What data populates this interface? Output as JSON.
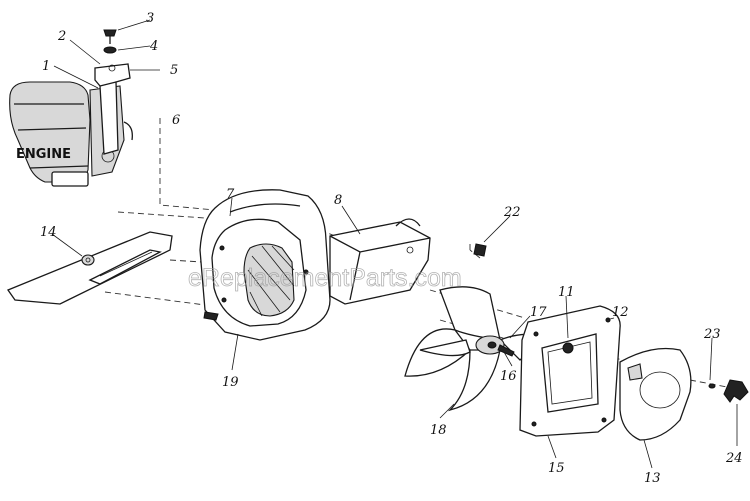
{
  "engine_label": "ENGINE",
  "watermark": "eReplacementParts.com",
  "part_numbers": {
    "p1": "1",
    "p2": "2",
    "p3": "3",
    "p4": "4",
    "p5": "5",
    "p6": "6",
    "p7": "7",
    "p8": "8",
    "p11": "11",
    "p12": "12",
    "p13": "13",
    "p14": "14",
    "p15": "15",
    "p16": "16",
    "p17": "17",
    "p18": "18",
    "p19": "19",
    "p22": "22",
    "p23": "23",
    "p24": "24"
  }
}
